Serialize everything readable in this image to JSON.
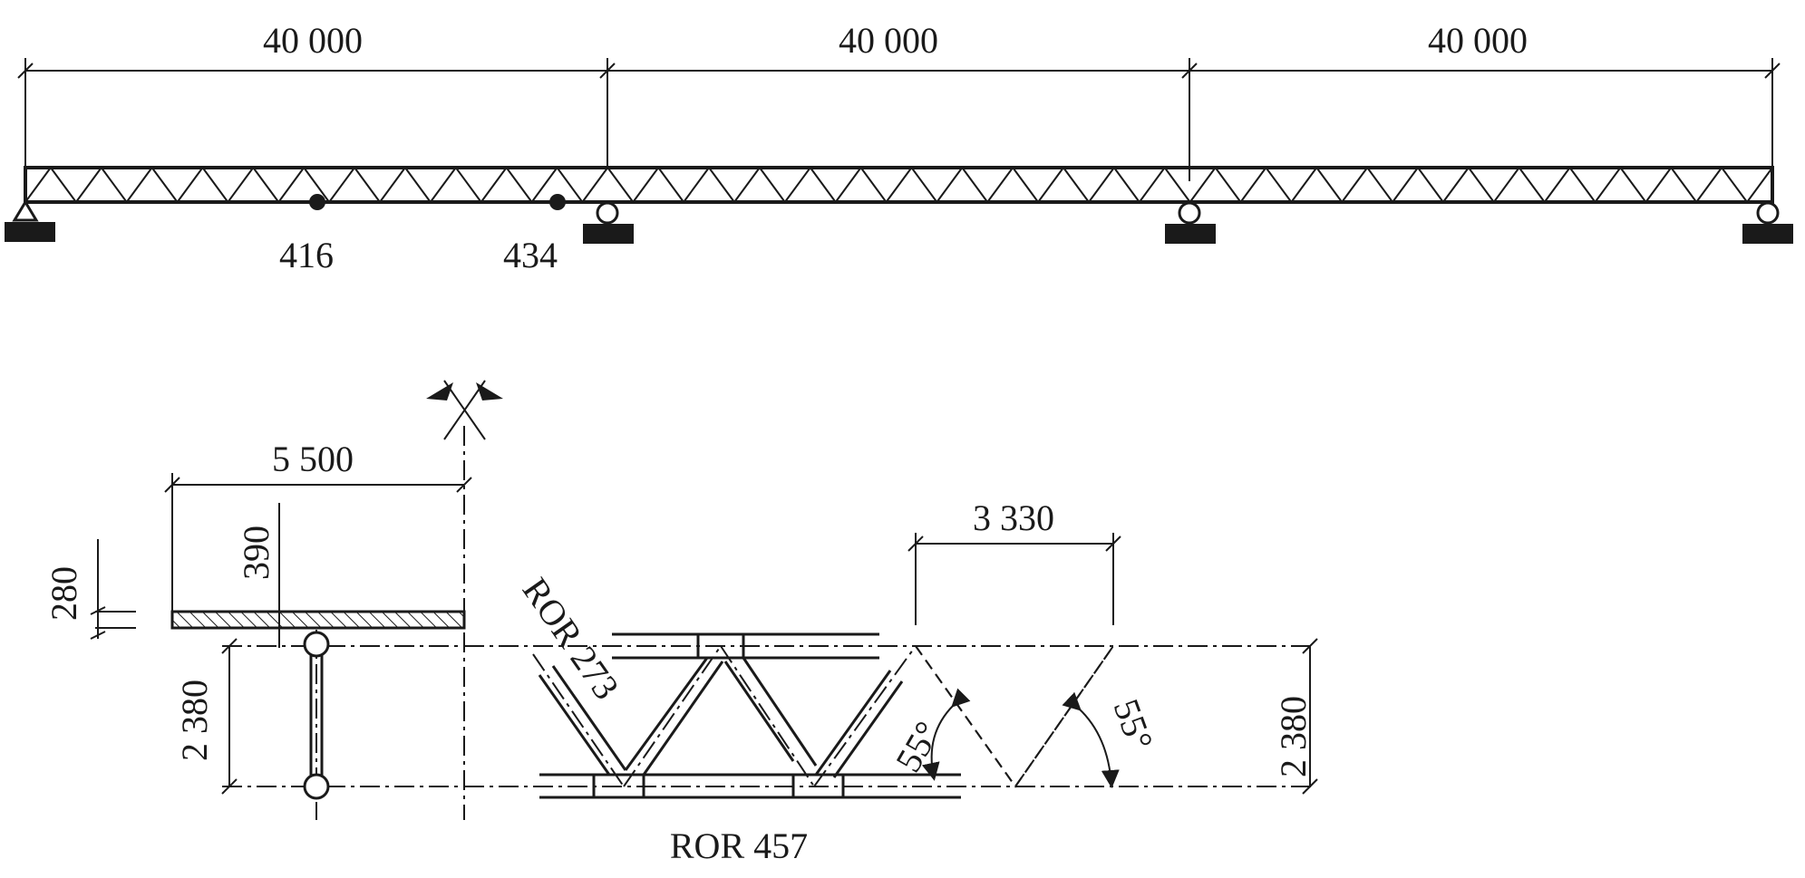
{
  "elevation": {
    "span_labels": [
      "40 000",
      "40 000",
      "40 000"
    ],
    "node_labels": [
      "416",
      "434"
    ]
  },
  "cross_section": {
    "deck_width": "5 500",
    "dim_390": "390",
    "dim_280": "280",
    "height_left": "2 380"
  },
  "truss_detail": {
    "brace_label": "ROR 273",
    "chord_label": "ROR 457",
    "panel_length": "3 330",
    "angle_a": "55°",
    "angle_b": "55°",
    "height_right": "2 380"
  },
  "colors": {
    "ink": "#1a1a1a",
    "background": "#ffffff"
  }
}
